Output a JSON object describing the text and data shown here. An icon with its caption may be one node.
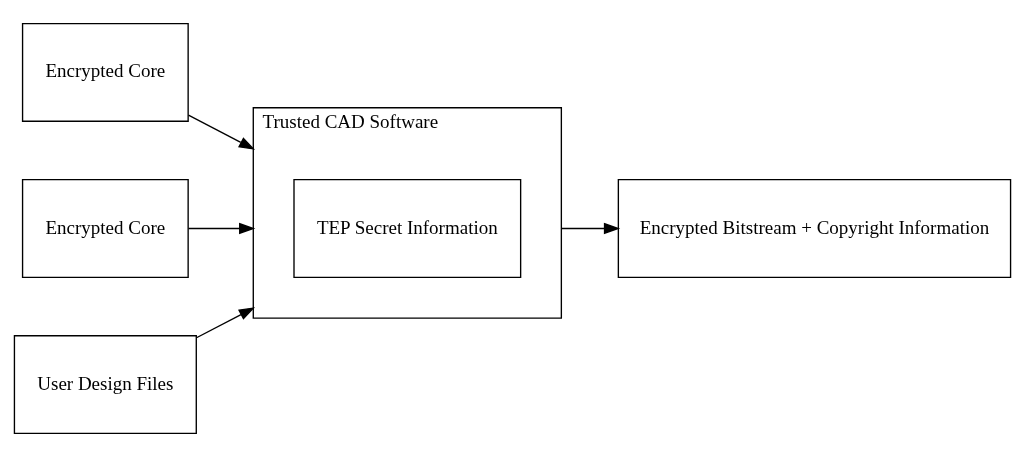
{
  "diagram": {
    "nodes": [
      {
        "text": [
          "Encrypted Core"
        ]
      },
      {
        "text": [
          "Encrypted Core"
        ]
      },
      {
        "text": [
          "User Design Files"
        ]
      },
      {
        "text": [
          "Trusted CAD Software"
        ]
      },
      {
        "text": [
          "TEP Secret Information"
        ],
        "in": 3
      },
      {
        "text": [
          "Encrypted Bitstream + Copyright Information"
        ]
      }
    ],
    "edges": [
      {
        "from": 0,
        "to": 3,
        "arrow": "to"
      },
      {
        "from": 1,
        "to": 3,
        "arrow": "to"
      },
      {
        "from": 2,
        "to": 3,
        "arrow": "to"
      },
      {
        "from": 3,
        "to": 5,
        "arrow": "to"
      }
    ]
  }
}
